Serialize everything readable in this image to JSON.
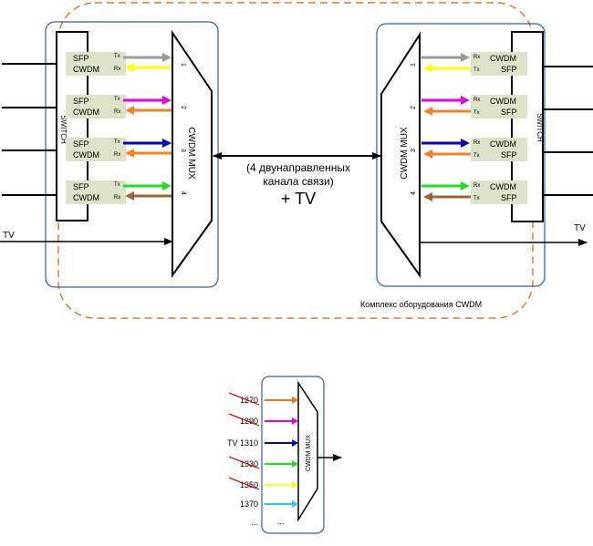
{
  "center_link": {
    "line1": "(4 двунаправленных",
    "line2": "канала связи)",
    "line3": "+ TV"
  },
  "complex_label": "Комплекс оборудования CWDM",
  "mux_label": "CWDM MUX",
  "switch_label": "SWITCH",
  "tv_label": "TV",
  "module": {
    "sfp": "SFP",
    "cwdm": "CWDM",
    "tx": "Tx",
    "rx": "Rx"
  },
  "channels": [
    {
      "num": "1",
      "tx_color": "#999999",
      "rx_color": "#ffff00"
    },
    {
      "num": "2",
      "tx_color": "#e600e6",
      "rx_color": "#f58220"
    },
    {
      "num": "3",
      "tx_color": "#0000cc",
      "rx_color": "#f58220"
    },
    {
      "num": "4",
      "tx_color": "#22dd22",
      "rx_color": "#996633"
    }
  ],
  "wavelengths": [
    {
      "label": "1270",
      "color": "#e87722",
      "struck": true
    },
    {
      "label": "1290",
      "color": "#e600e6",
      "struck": true
    },
    {
      "label": "TV 1310",
      "color": "#0000cc",
      "struck": false
    },
    {
      "label": "1330",
      "color": "#22dd22",
      "struck": true
    },
    {
      "label": "1350",
      "color": "#ffff00",
      "struck": true
    },
    {
      "label": "1370",
      "color": "#22c8f0",
      "struck": false
    },
    {
      "label": "...",
      "color": "",
      "struck": false
    }
  ],
  "bottom_dots": "...",
  "colors": {
    "frame_blue": "#2e5fa3",
    "dashed_orange": "#e87722",
    "module_fill": "#dde3c8",
    "strike_red": "#cc0000"
  }
}
